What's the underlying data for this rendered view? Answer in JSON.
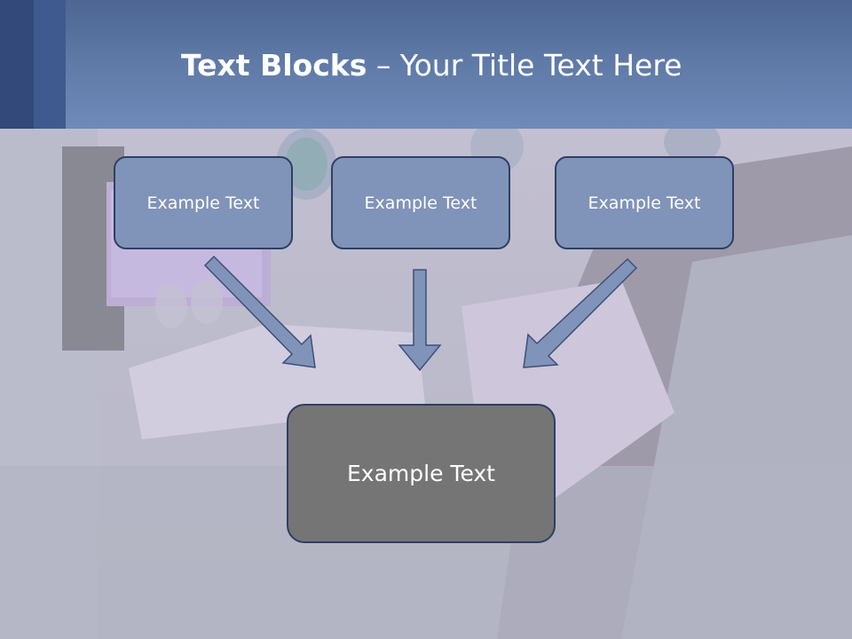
{
  "title": {
    "bold": "Text Blocks",
    "dash": " – ",
    "rest": "Your Title Text Here"
  },
  "boxes": {
    "top_left": "Example Text",
    "top_center": "Example Text",
    "top_right": "Example Text",
    "bottom": "Example Text"
  },
  "colors": {
    "header": "#5e79a6",
    "small_box_fill": "#8093b8",
    "big_box_fill": "#757575",
    "box_border": "#2e3f63",
    "arrow_fill": "#8093b8"
  }
}
